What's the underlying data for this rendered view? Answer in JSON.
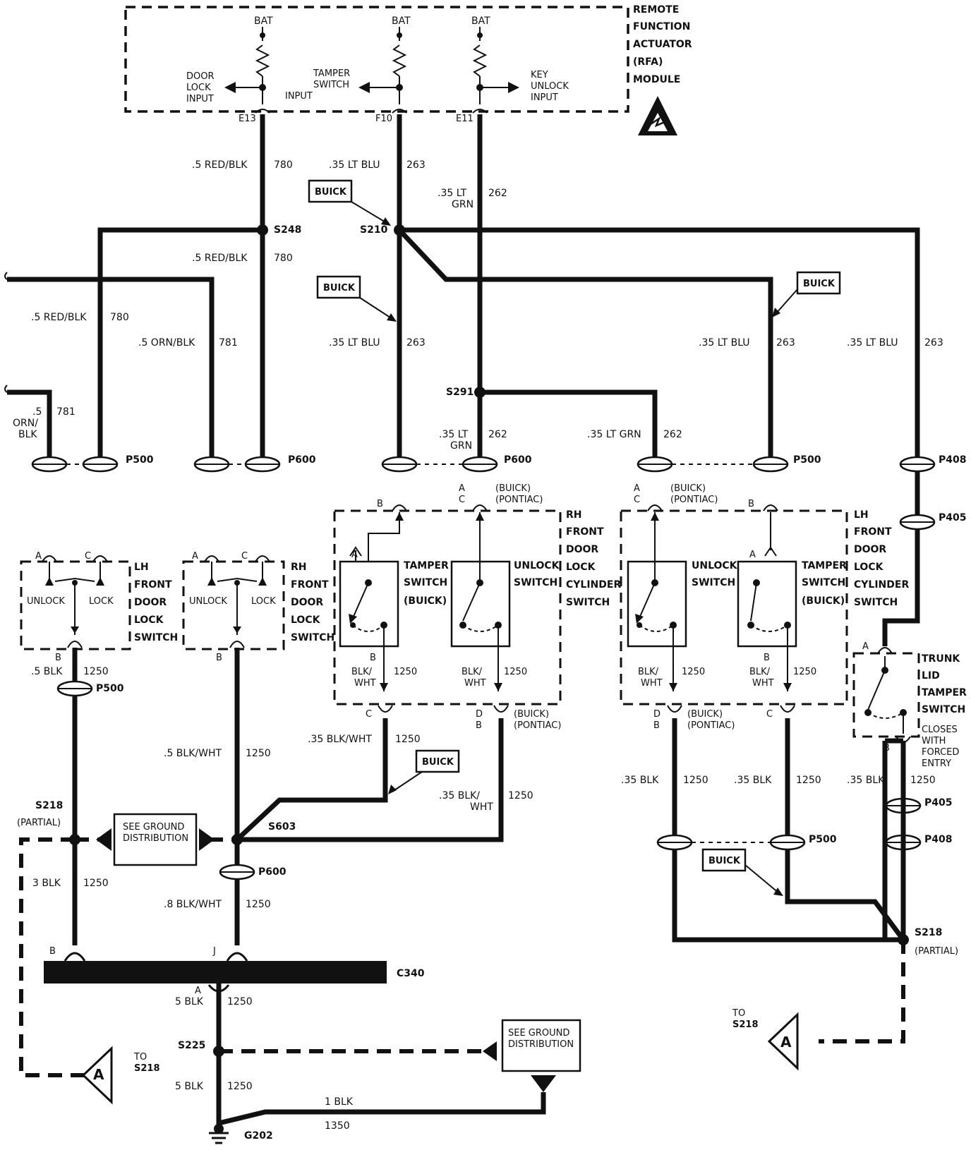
{
  "module": {
    "name_lines": [
      "REMOTE",
      "FUNCTION",
      "ACTUATOR",
      "(RFA)",
      "MODULE"
    ],
    "bat": "BAT",
    "door_lock_input": [
      "DOOR",
      "LOCK",
      "INPUT"
    ],
    "tamper_switch_input": [
      "TAMPER",
      "SWITCH",
      "INPUT"
    ],
    "key_unlock_input": [
      "KEY",
      "UNLOCK",
      "INPUT"
    ],
    "pins": [
      "E13",
      "F10",
      "E11"
    ]
  },
  "wires": {
    "w780": ".5 RED/BLK",
    "c780": "780",
    "w263": ".35 LT BLU",
    "c263": "263",
    "w262a": ".35 LT",
    "w262b": "GRN",
    "c262": "262",
    "w262_full": ".35 LT GRN",
    "w781": ".5 ORN/BLK",
    "c781": "781",
    "w781a": ".5",
    "w781b": "ORN/",
    "w781c": "BLK",
    "w780_left": ".5 RED/BLK",
    "w1250_5blk": ".5 BLK",
    "c1250": "1250",
    "w1250_blkwht": ".5 BLK/WHT",
    "w_35blkwht": ".35 BLK/WHT",
    "w_35blkwht_a": ".35 BLK/",
    "w_35blkwht_b": "WHT",
    "w_35blk": ".35 BLK",
    "w_3blk": "3 BLK",
    "w_8blkwht": ".8 BLK/WHT",
    "w_5blk": "5 BLK",
    "w_1blk": "1 BLK",
    "c1350": "1350",
    "blk_a": "BLK/",
    "blk_b": "WHT"
  },
  "splices": {
    "s248": "S248",
    "s210": "S210",
    "s291": "S291",
    "s218": "S218",
    "partial": "(PARTIAL)",
    "s603": "S603",
    "s225": "S225",
    "g202": "G202"
  },
  "connectors": {
    "p500": "P500",
    "p600": "P600",
    "p408": "P408",
    "p405": "P405",
    "c340": "C340"
  },
  "pins": {
    "a": "A",
    "b": "B",
    "c": "C",
    "d": "D",
    "j": "J",
    "buick": "(BUICK)",
    "pontiac": "(PONTIAC)"
  },
  "buick_tag": "BUICK",
  "switches": {
    "lh_lock": [
      "LH",
      "FRONT",
      "DOOR",
      "LOCK",
      "SWITCH"
    ],
    "rh_lock": [
      "RH",
      "FRONT",
      "DOOR",
      "LOCK",
      "SWITCH"
    ],
    "unlock": "UNLOCK",
    "lock": "LOCK",
    "rh_cyl": [
      "RH",
      "FRONT",
      "DOOR",
      "LOCK",
      "CYLINDER",
      "SWITCH"
    ],
    "lh_cyl": [
      "LH",
      "FRONT",
      "DOOR",
      "LOCK",
      "CYLINDER",
      "SWITCH"
    ],
    "tamper": [
      "TAMPER",
      "SWITCH",
      "(BUICK)"
    ],
    "unlock_sw": [
      "UNLOCK",
      "SWITCH"
    ],
    "trunk": [
      "TRUNK",
      "LID",
      "TAMPER",
      "SWITCH",
      "CLOSES",
      "WITH",
      "FORCED",
      "ENTRY"
    ]
  },
  "ground_dist": [
    "SEE GROUND",
    "DISTRIBUTION"
  ],
  "to_s218": [
    "TO",
    "S218"
  ],
  "offpage": "A"
}
